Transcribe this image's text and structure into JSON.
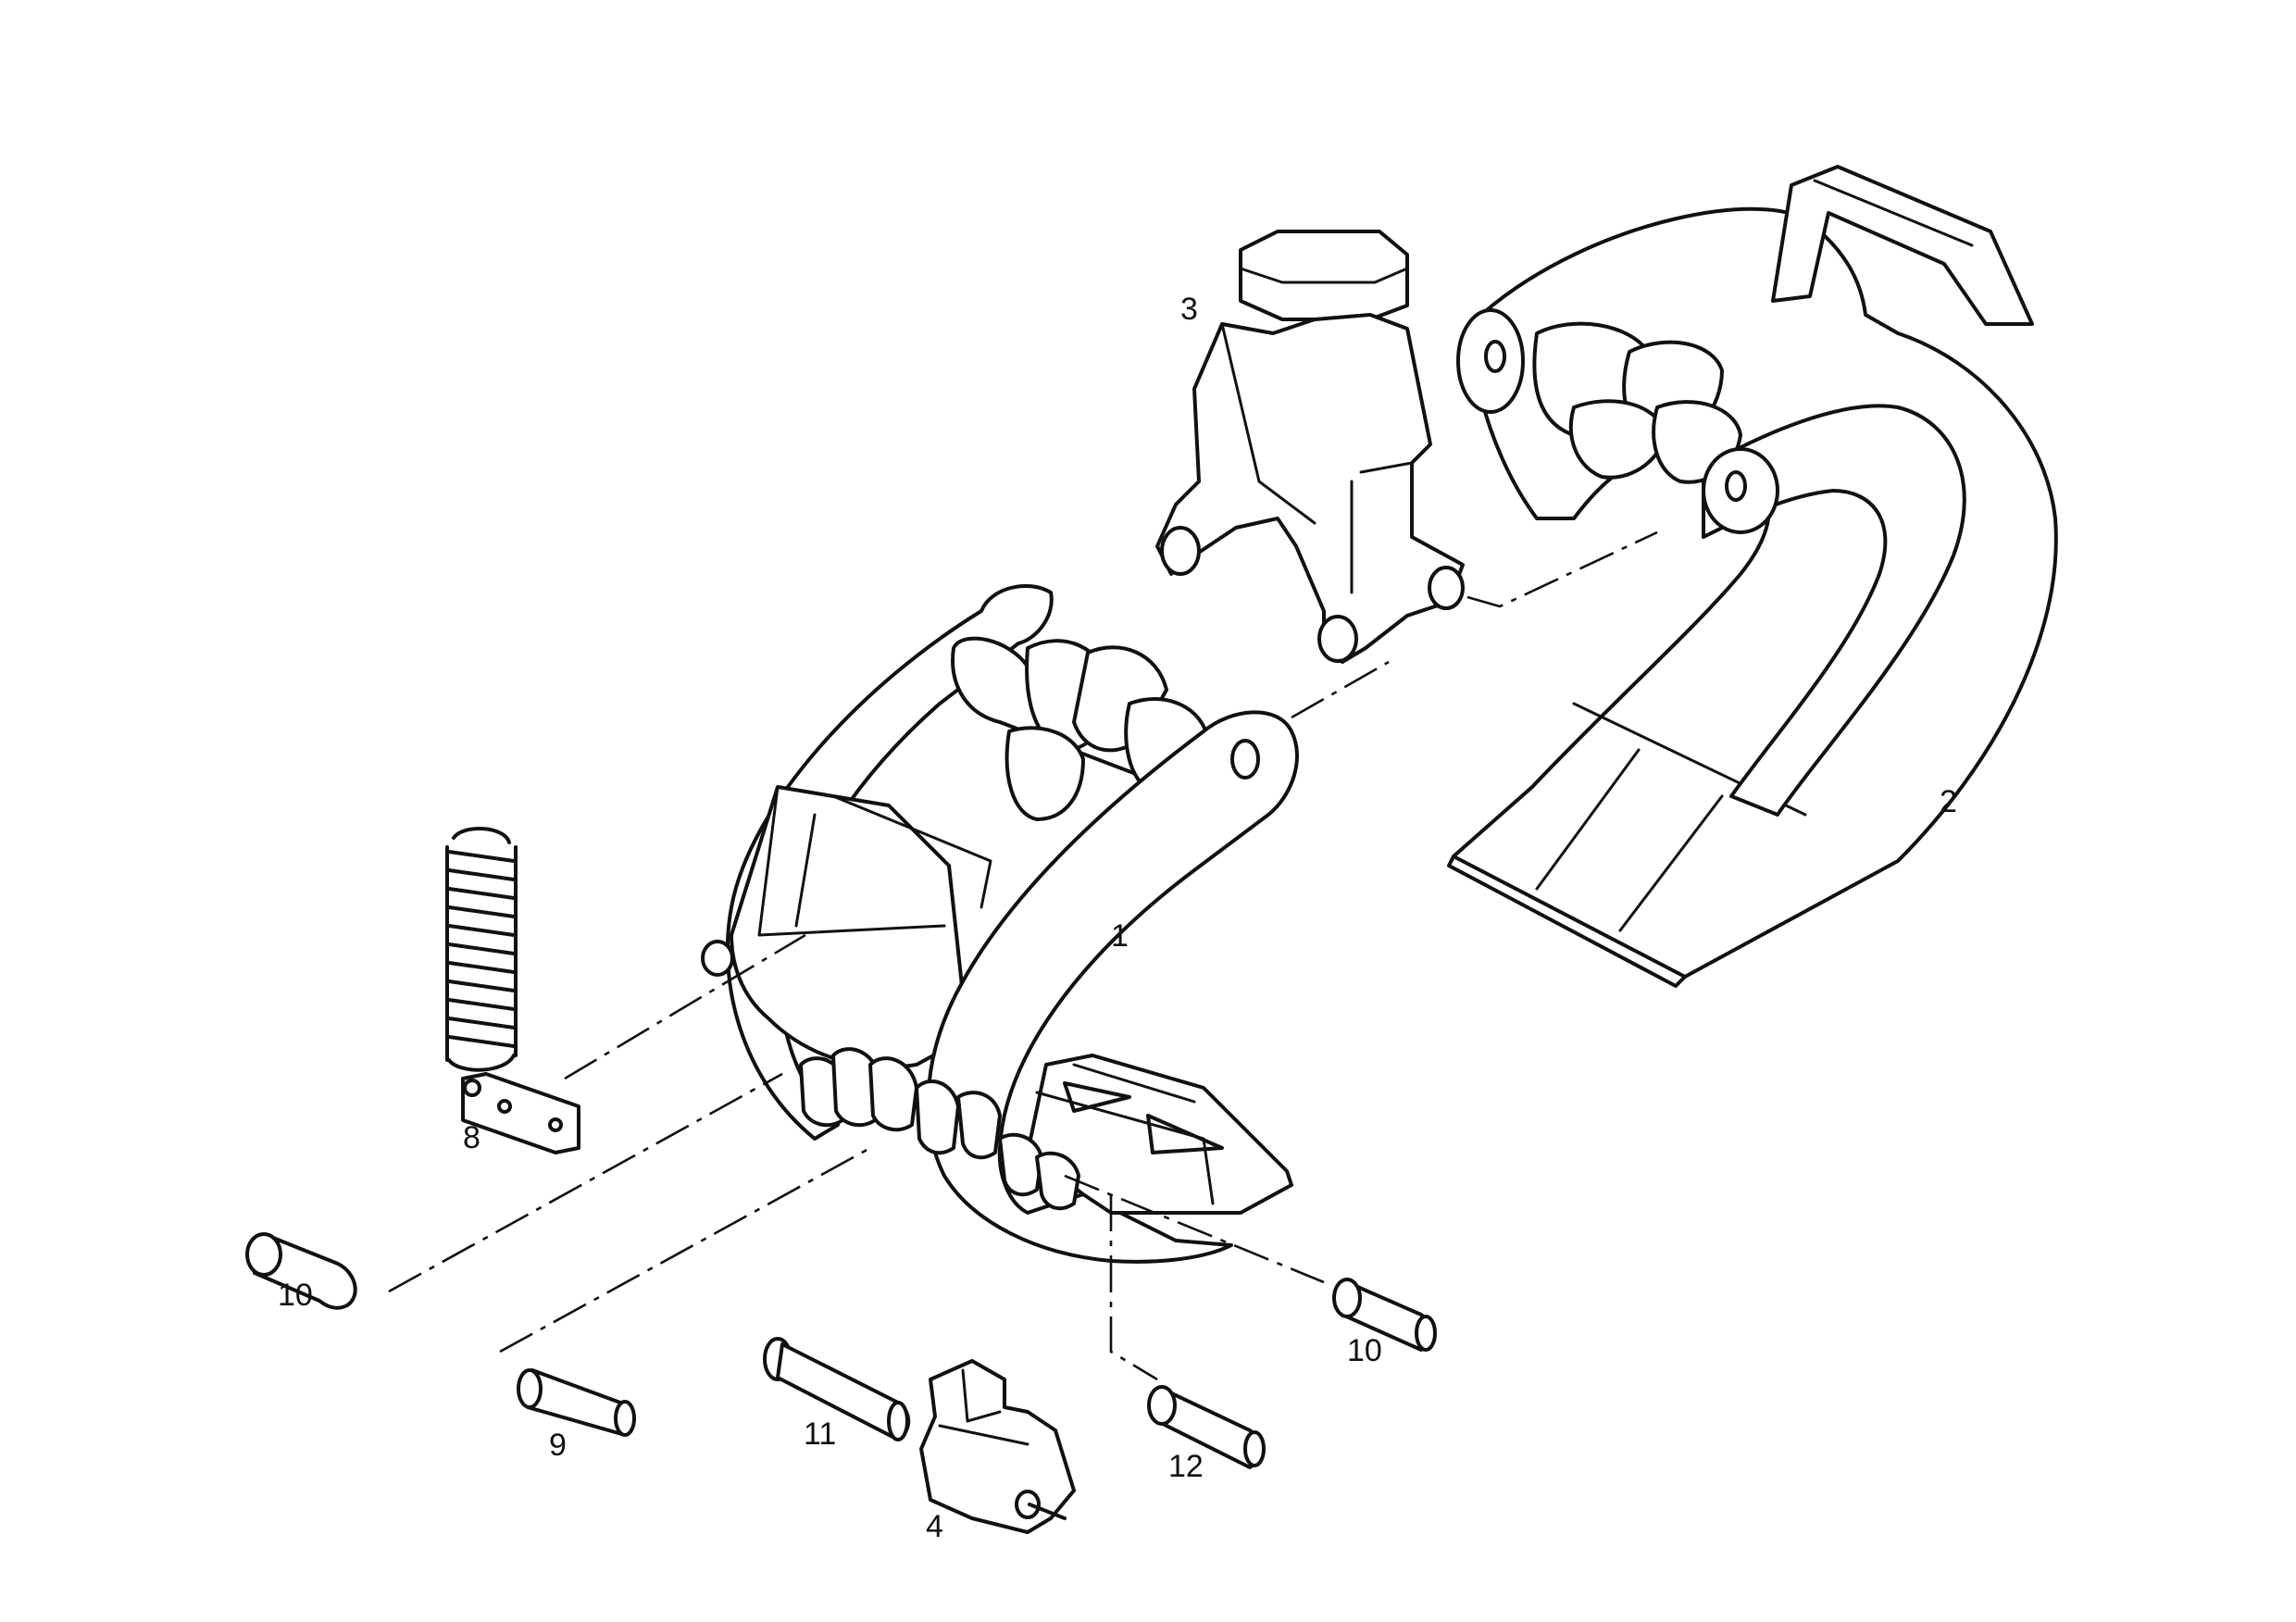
{
  "callouts": {
    "part_1": "1",
    "part_2": "2",
    "part_3": "3",
    "part_4": "4",
    "part_8": "8",
    "part_9": "9",
    "part_10_left": "10",
    "part_10_right": "10",
    "part_11": "11",
    "part_12": "12"
  }
}
